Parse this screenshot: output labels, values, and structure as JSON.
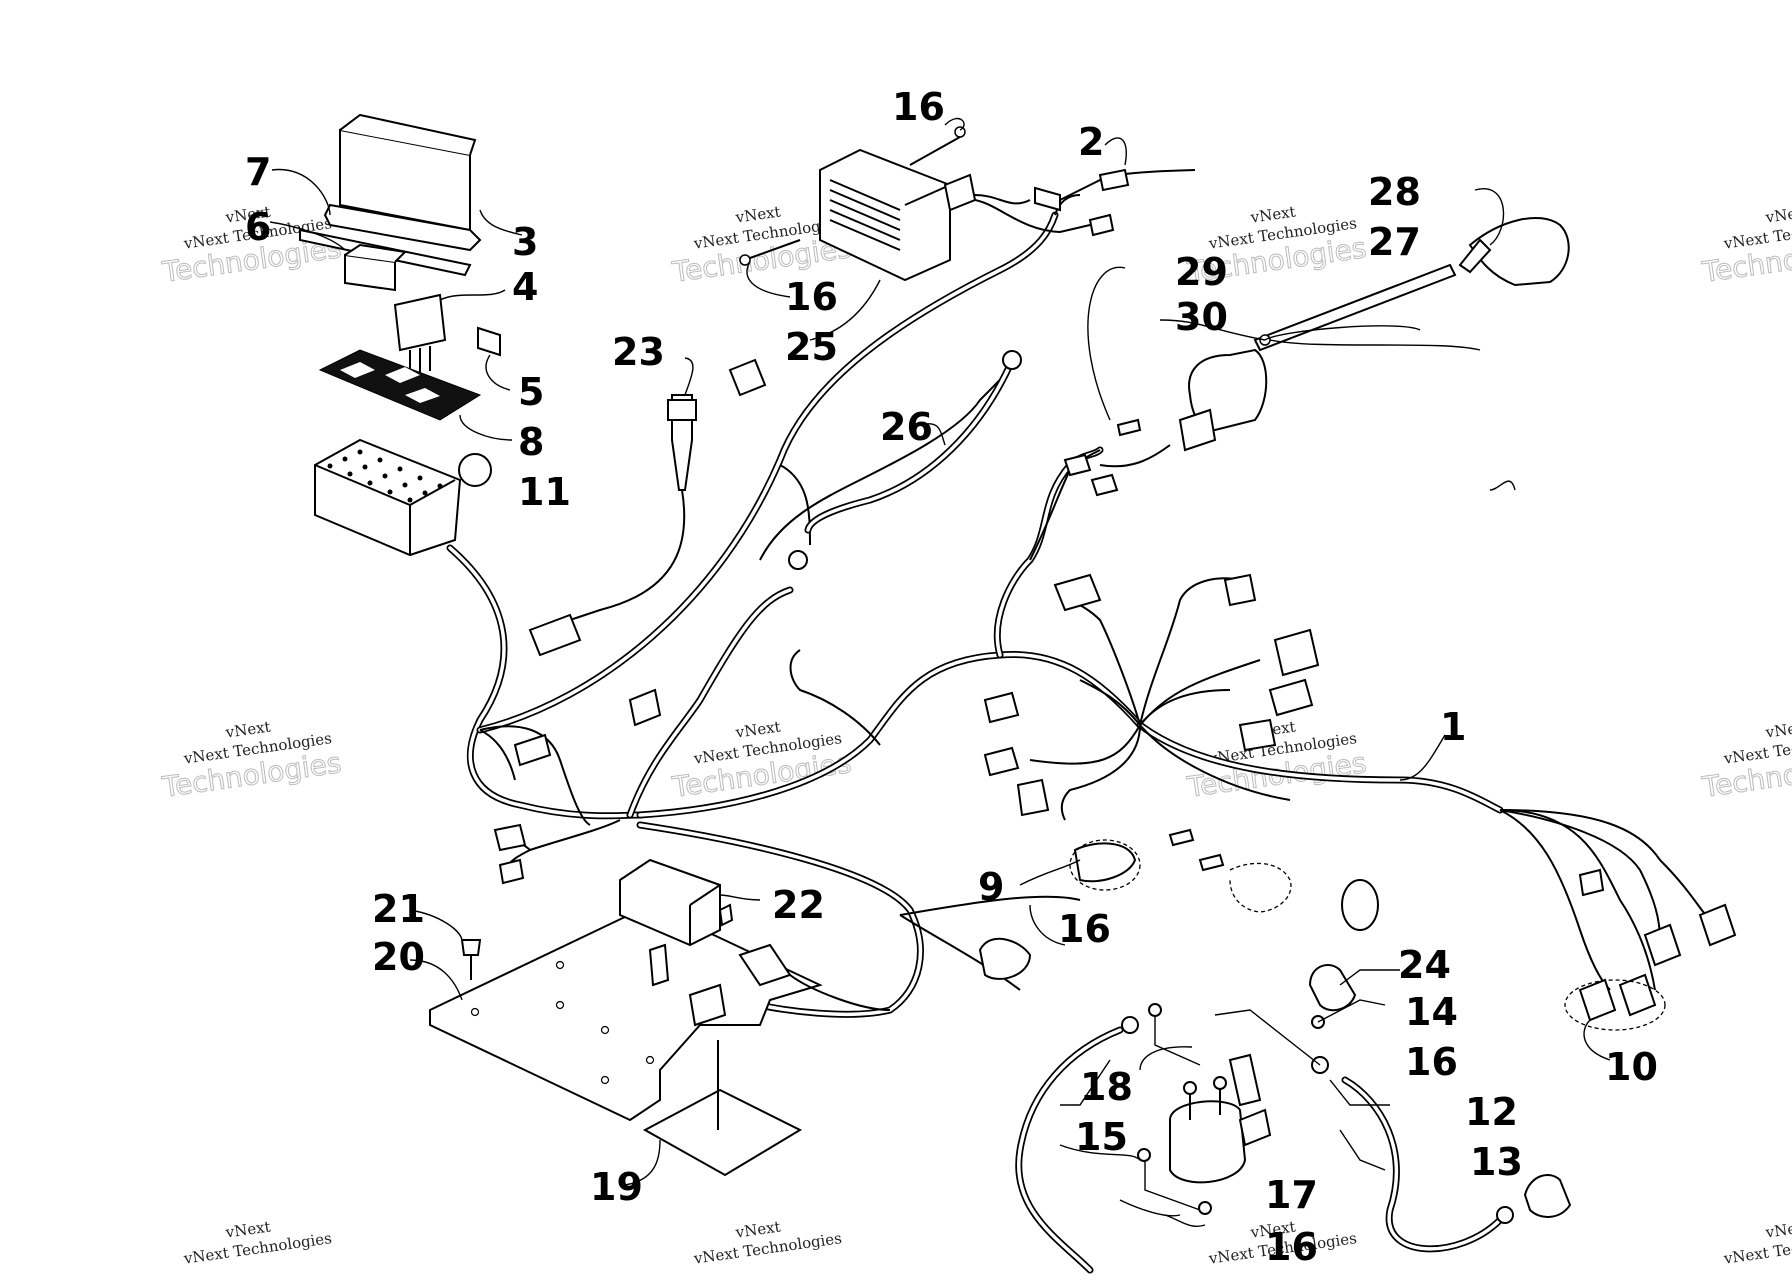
{
  "watermark": {
    "line1": "vNext",
    "line2": "vNext Technologies",
    "line3": "Technologies"
  },
  "callouts": [
    {
      "id": "c1",
      "label": "1"
    },
    {
      "id": "c2",
      "label": "2"
    },
    {
      "id": "c3",
      "label": "3"
    },
    {
      "id": "c4",
      "label": "4"
    },
    {
      "id": "c5",
      "label": "5"
    },
    {
      "id": "c6",
      "label": "6"
    },
    {
      "id": "c7",
      "label": "7"
    },
    {
      "id": "c8",
      "label": "8"
    },
    {
      "id": "c9",
      "label": "9"
    },
    {
      "id": "c10",
      "label": "10"
    },
    {
      "id": "c11",
      "label": "11"
    },
    {
      "id": "c12",
      "label": "12"
    },
    {
      "id": "c13",
      "label": "13"
    },
    {
      "id": "c14",
      "label": "14"
    },
    {
      "id": "c15",
      "label": "15"
    },
    {
      "id": "c16a",
      "label": "16"
    },
    {
      "id": "c16b",
      "label": "16"
    },
    {
      "id": "c16c",
      "label": "16"
    },
    {
      "id": "c16d",
      "label": "16"
    },
    {
      "id": "c16e",
      "label": "16"
    },
    {
      "id": "c17",
      "label": "17"
    },
    {
      "id": "c18",
      "label": "18"
    },
    {
      "id": "c19",
      "label": "19"
    },
    {
      "id": "c20",
      "label": "20"
    },
    {
      "id": "c21",
      "label": "21"
    },
    {
      "id": "c22",
      "label": "22"
    },
    {
      "id": "c23",
      "label": "23"
    },
    {
      "id": "c24",
      "label": "24"
    },
    {
      "id": "c25",
      "label": "25"
    },
    {
      "id": "c26",
      "label": "26"
    },
    {
      "id": "c27",
      "label": "27"
    },
    {
      "id": "c28",
      "label": "28"
    },
    {
      "id": "c29",
      "label": "29"
    },
    {
      "id": "c30",
      "label": "30"
    }
  ]
}
